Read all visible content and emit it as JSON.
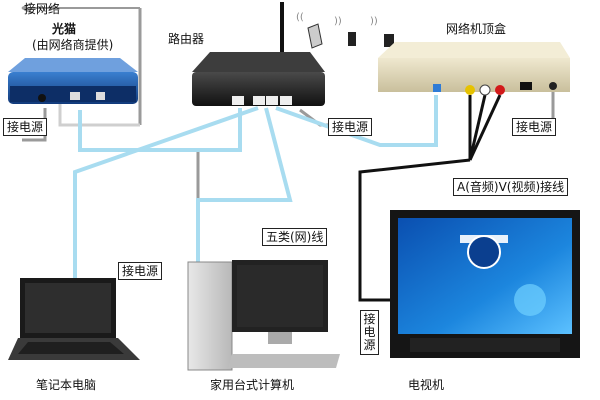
{
  "labels": {
    "internet": "接网络",
    "modem_title": "光猫",
    "modem_sub": "(由网络商提供)",
    "router": "路由器",
    "stb": "网络机顶盒",
    "power": "接电源",
    "cable": "五类(网)线",
    "av_cable": "A(音频)V(视频)接线",
    "laptop": "笔记本电脑",
    "desktop": "家用台式计算机",
    "tv": "电视机"
  },
  "colors": {
    "network_cable": "#a8dcf0",
    "power_cable": "#9a9a9a",
    "av_cable": "#111111",
    "label_border": "#222222"
  }
}
